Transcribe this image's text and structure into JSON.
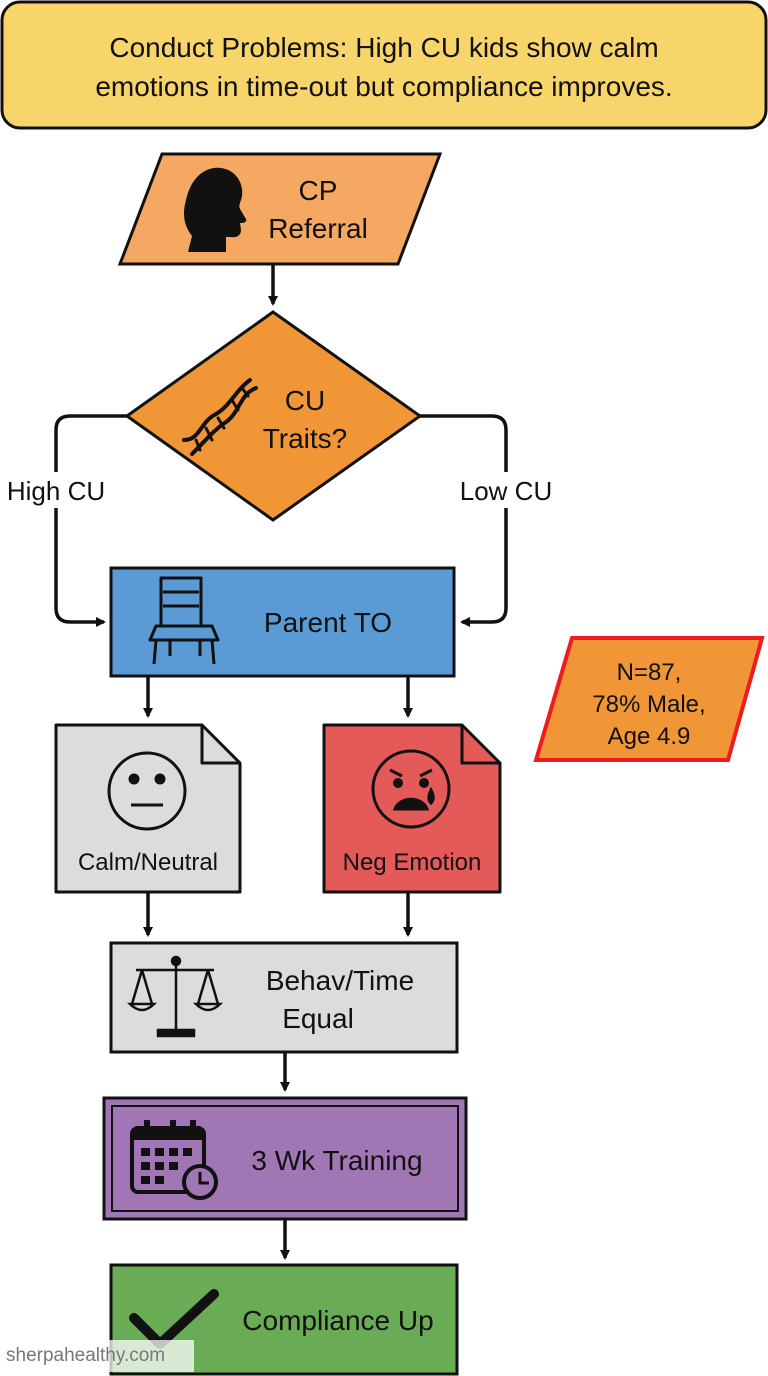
{
  "title_line1": "Conduct Problems: High CU kids show calm",
  "title_line2": "emotions in time-out but compliance improves.",
  "nodes": {
    "referral": {
      "line1": "CP",
      "line2": "Referral",
      "icon": "child-head-icon"
    },
    "decision": {
      "line1": "CU",
      "line2": "Traits?",
      "icon": "dna-icon"
    },
    "parent_to": {
      "label": "Parent TO",
      "icon": "chair-icon"
    },
    "calm": {
      "label": "Calm/Neutral",
      "icon": "neutral-face-icon"
    },
    "neg": {
      "label": "Neg Emotion",
      "icon": "crying-face-icon"
    },
    "equal": {
      "line1": "Behav/Time",
      "line2": "Equal",
      "icon": "balance-scale-icon"
    },
    "training": {
      "label": "3 Wk Training",
      "icon": "calendar-clock-icon"
    },
    "compliance": {
      "label": "Compliance Up",
      "icon": "checkmark-icon"
    },
    "sample": {
      "line1": "N=87,",
      "line2": "78% Male,",
      "line3": "Age 4.9"
    }
  },
  "edges": {
    "high_cu": "High CU",
    "low_cu": "Low CU"
  },
  "watermark": "sherpahealthy.com",
  "colors": {
    "title_fill": "#F8D56A",
    "orange": "#F4A861",
    "decision_orange": "#F09637",
    "blue": "#5B9BD5",
    "grey": "#DCDCDC",
    "red": "#E45A58",
    "purple": "#A176B5",
    "green": "#6AAC56",
    "sample_border": "#EE1C1C"
  }
}
